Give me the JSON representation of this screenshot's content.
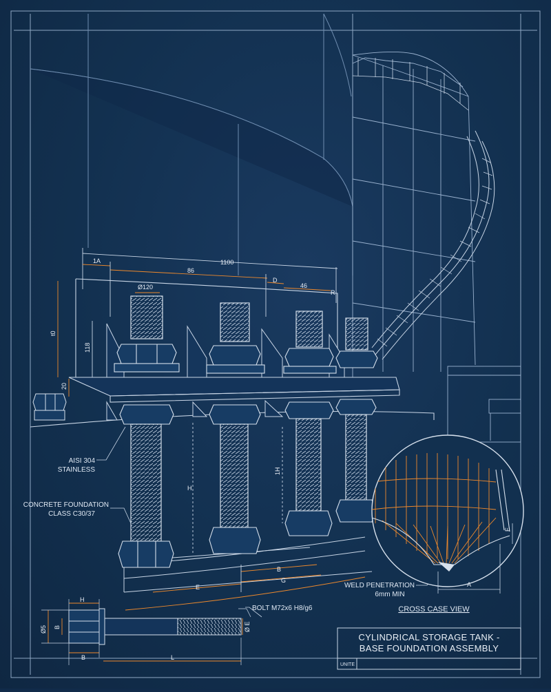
{
  "labels": {
    "material": [
      "AISI 304",
      "STAINLESS"
    ],
    "foundation": [
      "CONCRETE FOUNDATION",
      "CLASS C30/37"
    ],
    "bolt": "BOLT M72x6 H8/g6",
    "weld": [
      "WELD PENETRATION",
      "6mm MIN"
    ],
    "cross_view": "CROSS CASE VIEW"
  },
  "dimensions": {
    "top_1a": "1A",
    "top_1100": "1100",
    "top_86": "86",
    "top_d": "D",
    "top_46": "46",
    "top_r": "R",
    "dia_120": "Ø120",
    "left_t0": "t0",
    "left_118": "118",
    "left_20": "20",
    "h_main": "H",
    "h_1": "1H",
    "bottom_e": "E",
    "bottom_b": "B",
    "bottom_g": "G",
    "detail_a": "A",
    "detail_e": "E",
    "bolt_h": "H",
    "bolt_dia5": "Ø5",
    "bolt_b_side": "B",
    "bolt_b_bottom": "B",
    "bolt_l": "L",
    "bolt_dia_e": "Ø E"
  },
  "title_block": {
    "line1": "CYLINDRICAL STORAGE TANK -",
    "line2": "BASE FOUNDATION ASSEMBLY",
    "field_label": "UNITE"
  },
  "colors": {
    "background": "#12304f",
    "line": "#c9d6e6",
    "accent": "#f08a2c"
  }
}
